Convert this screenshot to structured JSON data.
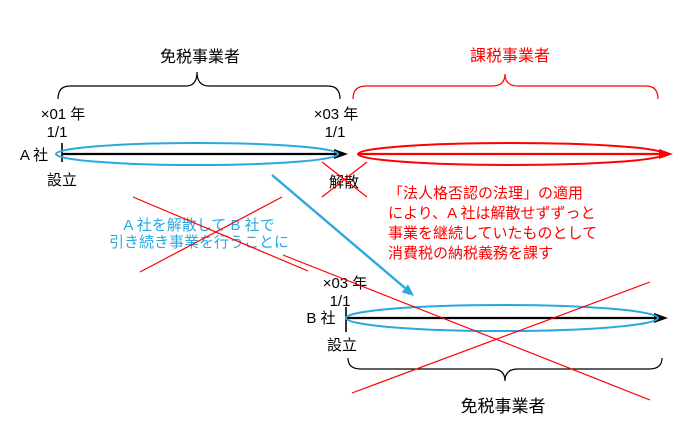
{
  "colors": {
    "timeline_blue": "#29A9E0",
    "alert_red": "#FF0000",
    "ink_black": "#000000"
  },
  "top": {
    "exempt_label": "免税事業者",
    "taxable_label": "課税事業者"
  },
  "company_a": {
    "name": "A 社",
    "start_year": "×01 年",
    "start_date": "1/1",
    "established": "設立",
    "end_year": "×03 年",
    "end_date": "1/1",
    "dissolved": "解散"
  },
  "red_note": {
    "lines": [
      "「法人格否認の法理」の適用",
      "により、A 社は解散せずずっと",
      "事業を継続していたものとして",
      "消費税の納税義務を課す"
    ]
  },
  "blue_note": {
    "lines": [
      "A 社を解散して B 社で",
      "引き続き事業を行うことに"
    ]
  },
  "company_b": {
    "name": "B 社",
    "start_year": "×03 年",
    "start_date": "1/1",
    "established": "設立",
    "exempt_label": "免税事業者"
  }
}
